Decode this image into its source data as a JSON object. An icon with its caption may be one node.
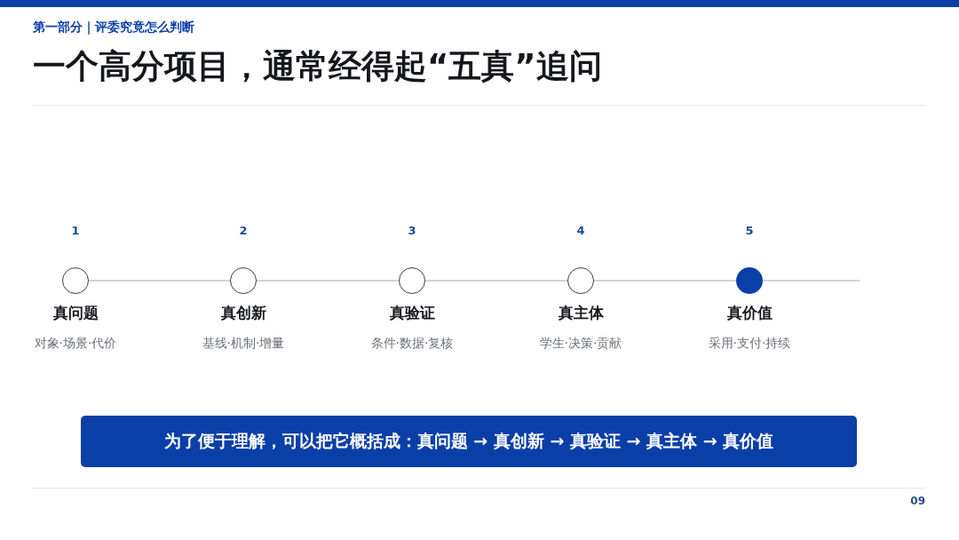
{
  "diagram": {
    "title": "一个高分项目，通常经得起“五真”追问",
    "nodes": [
      {
        "text": [],
        "shape": "circle",
        "beside": [
          "1",
          "真问题",
          "对象·场景·代价"
        ]
      },
      {
        "text": [],
        "shape": "circle",
        "beside": [
          "2",
          "真创新",
          "基线·机制·增量"
        ]
      },
      {
        "text": [],
        "shape": "circle",
        "beside": [
          "3",
          "真验证",
          "条件·数据·复核"
        ]
      },
      {
        "text": [],
        "shape": "circle",
        "beside": [
          "4",
          "真主体",
          "学生·决策·贡献"
        ]
      },
      {
        "text": [],
        "shape": "dot",
        "beside": [
          "5",
          "真价值",
          "采用·支付·持续"
        ]
      },
      {
        "text": [
          "为了便于理解，可以把它概括成：真问题 → 真创新 → 真验证 → 真主体 → 真价值"
        ]
      }
    ],
    "edges": [
      {
        "from": 0,
        "to": 1,
        "arrow": "none"
      },
      {
        "from": 1,
        "to": 2,
        "arrow": "none"
      },
      {
        "from": 2,
        "to": 3,
        "arrow": "none"
      },
      {
        "from": 3,
        "to": 4,
        "arrow": "none"
      },
      {
        "from": 4,
        "to": null,
        "arrow": "none"
      }
    ],
    "labels": [
      "第一部分｜评委究竟怎么判断",
      "09"
    ]
  }
}
